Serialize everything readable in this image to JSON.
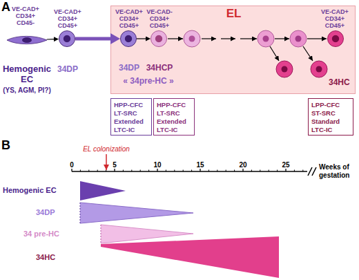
{
  "diagram": {
    "nodes": [
      {
        "text": [
          "VE-CAD+ CD34+ CD45-",
          "Hemogenic EC",
          "(YS, AGM, Pl?)"
        ]
      },
      {
        "text": [
          "VE-CAD+ CD34+ CD45+",
          "34DP"
        ]
      },
      {
        "text": [
          "EL"
        ]
      },
      {
        "text": [
          "VE-CAD+ CD34+ CD45+",
          "34DP"
        ],
        "in": 2
      },
      {
        "text": [
          "VE-CAD- CD34+ CD45+",
          "34HCP"
        ],
        "in": 2
      },
      {
        "text": [
          "VE-CAD+ CD34+ CD45+"
        ],
        "in": 2
      },
      {
        "text": [
          "HPP-CFC LT-SRC Extended LTC-IC"
        ]
      },
      {
        "text": [
          "HPP-CFC LT-SRC Extended LTC-IC"
        ]
      },
      {
        "text": [
          "LPP-CFC ST-SRC Standard LTC-IC"
        ]
      }
    ],
    "edges": [
      {
        "from": 0,
        "to": 1,
        "arrow": "to"
      },
      {
        "from": 1,
        "to": 3,
        "arrow": "to"
      },
      {
        "from": 3,
        "to": 4,
        "arrow": "to"
      }
    ],
    "labels": [
      "A",
      "« 34pre-HC »",
      "34HC",
      "B",
      "EL colonization",
      "0",
      "5",
      "10",
      "15",
      "20",
      "25",
      "Weeks of gestation",
      "Hemogenic EC",
      "34DP",
      "34 pre-HC",
      "34HC"
    ]
  }
}
